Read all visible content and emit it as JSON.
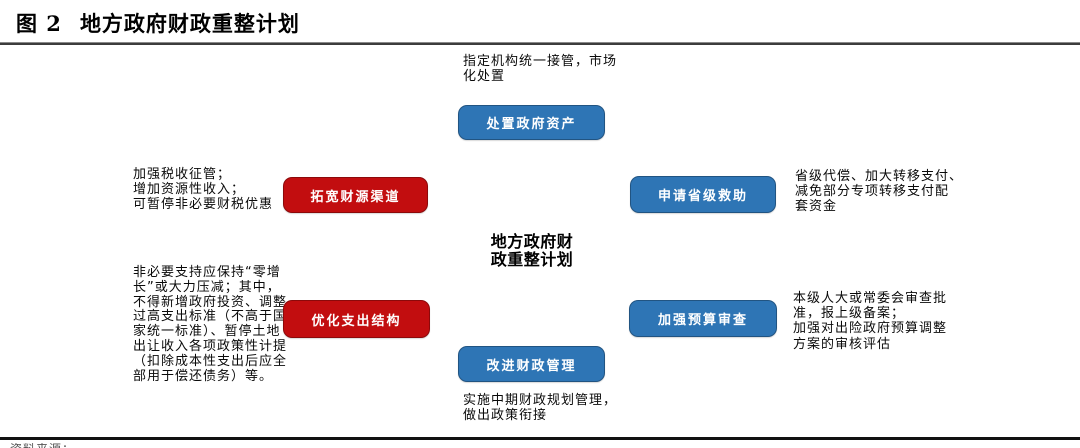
{
  "figure": {
    "label": "图 2",
    "title": "地方政府财政重整计划"
  },
  "colors": {
    "blue": "#2E75B5",
    "red": "#C20D0F"
  },
  "center": {
    "label": "地方政府财\n政重整计划"
  },
  "nodes": {
    "dispose": {
      "label": "处置政府资产",
      "note": "指定机构统一接管，市场\n化处置",
      "color": "blue"
    },
    "expand": {
      "label": "拓宽财源渠道",
      "note": "加强税收征管；\n增加资源性收入；\n可暂停非必要财税优惠",
      "color": "red"
    },
    "provincial": {
      "label": "申请省级救助",
      "note": "省级代偿、加大转移支付、\n减免部分专项转移支付配\n套资金",
      "color": "blue"
    },
    "optimize": {
      "label": "优化支出结构",
      "note": "非必要支持应保持“零增\n长”或大力压减；其中，\n不得新增政府投资、调整\n过高支出标准（不高于国\n家统一标准）、暂停土地\n出让收入各项政策性计提\n（扣除成本性支出后应全\n部用于偿还债务）等。",
      "color": "red"
    },
    "budget": {
      "label": "加强预算审查",
      "note": "本级人大或常委会审查批\n准，报上级备案；\n加强对出险政府预算调整\n方案的审核评估",
      "color": "blue"
    },
    "improve": {
      "label": "改进财政管理",
      "note": "实施中期财政规划管理，\n做出政策衔接",
      "color": "blue"
    }
  },
  "footer": {
    "clipped_text": "资料来源："
  }
}
